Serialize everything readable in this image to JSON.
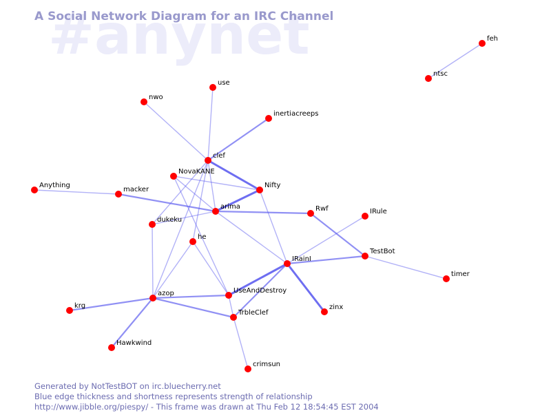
{
  "watermark": "#anynet",
  "title": "A Social Network Diagram for an IRC Channel",
  "footer": [
    "Generated by NotTestBOT on irc.bluecherry.net",
    "Blue edge thickness and shortness represents strength of relationship",
    "http://www.jibble.org/piespy/ - This frame was drawn at Thu Feb 12 18:54:45 EST 2004"
  ],
  "colors": {
    "node": "#ff0000",
    "edge": "#5555ee",
    "title": "#9999cc",
    "watermark": "#ececfa",
    "footer": "#6b6bb0"
  },
  "nodes": [
    {
      "id": "feh",
      "label": "feh"
    },
    {
      "id": "ntsc",
      "label": "ntsc"
    },
    {
      "id": "use",
      "label": "use"
    },
    {
      "id": "nwo",
      "label": "nwo"
    },
    {
      "id": "inertiacreeps",
      "label": "inertiacreeps"
    },
    {
      "id": "clef",
      "label": "clef"
    },
    {
      "id": "NovaKANE",
      "label": "NovaKANE"
    },
    {
      "id": "Nifty",
      "label": "Nifty"
    },
    {
      "id": "Anything",
      "label": "Anything"
    },
    {
      "id": "macker",
      "label": "macker"
    },
    {
      "id": "arima",
      "label": "arima"
    },
    {
      "id": "Rwf",
      "label": "Rwf"
    },
    {
      "id": "IRule",
      "label": "IRule"
    },
    {
      "id": "dukeku",
      "label": "dukeku"
    },
    {
      "id": "he",
      "label": "he"
    },
    {
      "id": "TestBot",
      "label": "TestBot"
    },
    {
      "id": "IRainI",
      "label": "IRainI"
    },
    {
      "id": "timer",
      "label": "timer"
    },
    {
      "id": "UseAndDestroy",
      "label": "UseAndDestroy"
    },
    {
      "id": "azop",
      "label": "azop"
    },
    {
      "id": "krg",
      "label": "krg"
    },
    {
      "id": "zinx",
      "label": "zinx"
    },
    {
      "id": "TrbleClef",
      "label": "TrbleClef"
    },
    {
      "id": "Hawkwind",
      "label": "Hawkwind"
    },
    {
      "id": "crimsun",
      "label": "crimsun"
    }
  ],
  "edges": [
    {
      "from": "feh",
      "to": "ntsc",
      "strength": 1
    },
    {
      "from": "use",
      "to": "clef",
      "strength": 1
    },
    {
      "from": "nwo",
      "to": "clef",
      "strength": 1
    },
    {
      "from": "inertiacreeps",
      "to": "clef",
      "strength": 2
    },
    {
      "from": "clef",
      "to": "Nifty",
      "strength": 3
    },
    {
      "from": "clef",
      "to": "arima",
      "strength": 1
    },
    {
      "from": "clef",
      "to": "dukeku",
      "strength": 1
    },
    {
      "from": "clef",
      "to": "he",
      "strength": 1
    },
    {
      "from": "clef",
      "to": "azop",
      "strength": 1
    },
    {
      "from": "NovaKANE",
      "to": "Nifty",
      "strength": 1
    },
    {
      "from": "NovaKANE",
      "to": "arima",
      "strength": 1
    },
    {
      "from": "NovaKANE",
      "to": "UseAndDestroy",
      "strength": 1
    },
    {
      "from": "Nifty",
      "to": "arima",
      "strength": 3
    },
    {
      "from": "Nifty",
      "to": "IRainI",
      "strength": 1
    },
    {
      "from": "Anything",
      "to": "macker",
      "strength": 1
    },
    {
      "from": "macker",
      "to": "arima",
      "strength": 2
    },
    {
      "from": "arima",
      "to": "dukeku",
      "strength": 1
    },
    {
      "from": "arima",
      "to": "Rwf",
      "strength": 2
    },
    {
      "from": "arima",
      "to": "IRainI",
      "strength": 1
    },
    {
      "from": "Rwf",
      "to": "TestBot",
      "strength": 2
    },
    {
      "from": "IRule",
      "to": "IRainI",
      "strength": 1
    },
    {
      "from": "TestBot",
      "to": "IRainI",
      "strength": 2
    },
    {
      "from": "TestBot",
      "to": "timer",
      "strength": 1
    },
    {
      "from": "IRainI",
      "to": "UseAndDestroy",
      "strength": 3
    },
    {
      "from": "IRainI",
      "to": "zinx",
      "strength": 3
    },
    {
      "from": "IRainI",
      "to": "TrbleClef",
      "strength": 2
    },
    {
      "from": "dukeku",
      "to": "azop",
      "strength": 1
    },
    {
      "from": "he",
      "to": "azop",
      "strength": 1
    },
    {
      "from": "he",
      "to": "UseAndDestroy",
      "strength": 1
    },
    {
      "from": "azop",
      "to": "UseAndDestroy",
      "strength": 2
    },
    {
      "from": "azop",
      "to": "TrbleClef",
      "strength": 2
    },
    {
      "from": "azop",
      "to": "krg",
      "strength": 2
    },
    {
      "from": "azop",
      "to": "Hawkwind",
      "strength": 2
    },
    {
      "from": "UseAndDestroy",
      "to": "TrbleClef",
      "strength": 1
    },
    {
      "from": "TrbleClef",
      "to": "crimsun",
      "strength": 1
    }
  ]
}
